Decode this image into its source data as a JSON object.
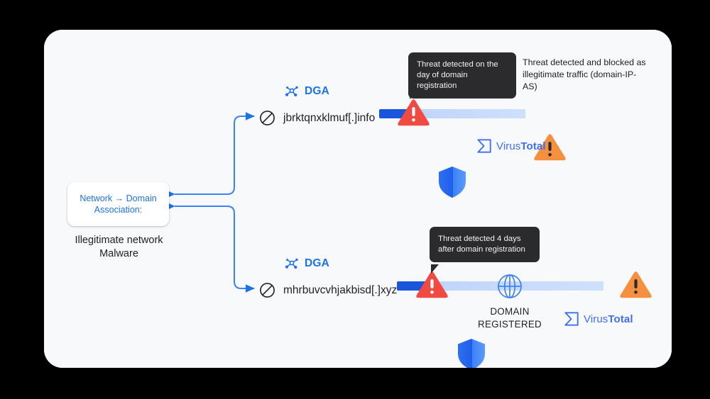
{
  "diagram": {
    "source_node": {
      "box_label": "Network → Domain Association:",
      "caption": "Illegitimate network Malware"
    },
    "accents": {
      "blue": "#1a73e8",
      "bar_dark_blue": "#1a56db",
      "bar_light_blue": "#c3d8fc",
      "alert_red": "#f04a43",
      "alert_orange": "#f5903f",
      "shield_blue": "#2563eb",
      "tooltip_bg": "#2b2b2e",
      "virustotal_blue": "#3d6ef5",
      "card_bg": "#f8f9fa"
    },
    "rows": [
      {
        "id": "row-1",
        "dga_label": "DGA",
        "dga_icon": "network-graph-icon",
        "blocked_icon": "no-entry-icon",
        "domain": "jbrktqnxklmuf[.]info",
        "tooltip": "Threat detected on the day of domain registration",
        "side_note": "Threat detected and blocked as illegitimate traffic (domain-IP-AS)",
        "alert_red_icon": "warning-triangle-red-icon",
        "alert_orange_icon": "warning-triangle-orange-icon",
        "shield_icon": "shield-icon",
        "virustotal_label_1": "Virus",
        "virustotal_label_2": "Total",
        "virustotal_icon": "virustotal-sigma-icon",
        "bar_dark_pct": 22,
        "bar_light_pct": 78
      },
      {
        "id": "row-2",
        "dga_label": "DGA",
        "dga_icon": "network-graph-icon",
        "blocked_icon": "no-entry-icon",
        "domain": "mhrbuvcvhjakbisd[.]xyz",
        "tooltip": "Threat detected 4 days after domain registration",
        "side_note": "",
        "alert_red_icon": "warning-triangle-red-icon",
        "alert_orange_icon": "warning-triangle-orange-icon",
        "shield_icon": "shield-icon",
        "globe_icon": "globe-icon",
        "registered_line_1": "DOMAIN",
        "registered_line_2": "REGISTERED",
        "virustotal_label_1": "Virus",
        "virustotal_label_2": "Total",
        "virustotal_icon": "virustotal-sigma-icon",
        "bar_dark_pct": 14,
        "bar_light_pct": 86
      }
    ]
  }
}
